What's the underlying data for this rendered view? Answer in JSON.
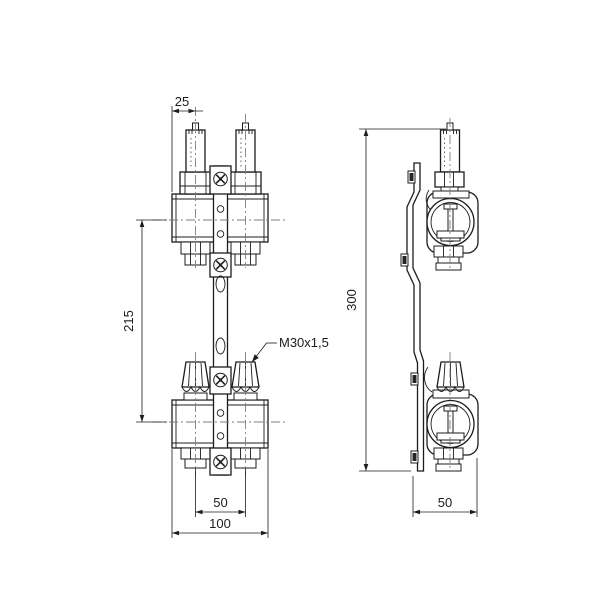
{
  "drawing": {
    "front_view": {
      "dim_pitch_label": "25",
      "dim_center_height_label": "215",
      "thread_callout_label": "M30x1,5",
      "dim_valve_spacing_label": "50",
      "dim_overall_width_label": "100"
    },
    "side_view": {
      "dim_overall_height_label": "300",
      "dim_depth_label": "50"
    },
    "colors": {
      "line": "#1c1c1c",
      "centerline": "#7e7e7e",
      "background": "#ffffff"
    }
  }
}
